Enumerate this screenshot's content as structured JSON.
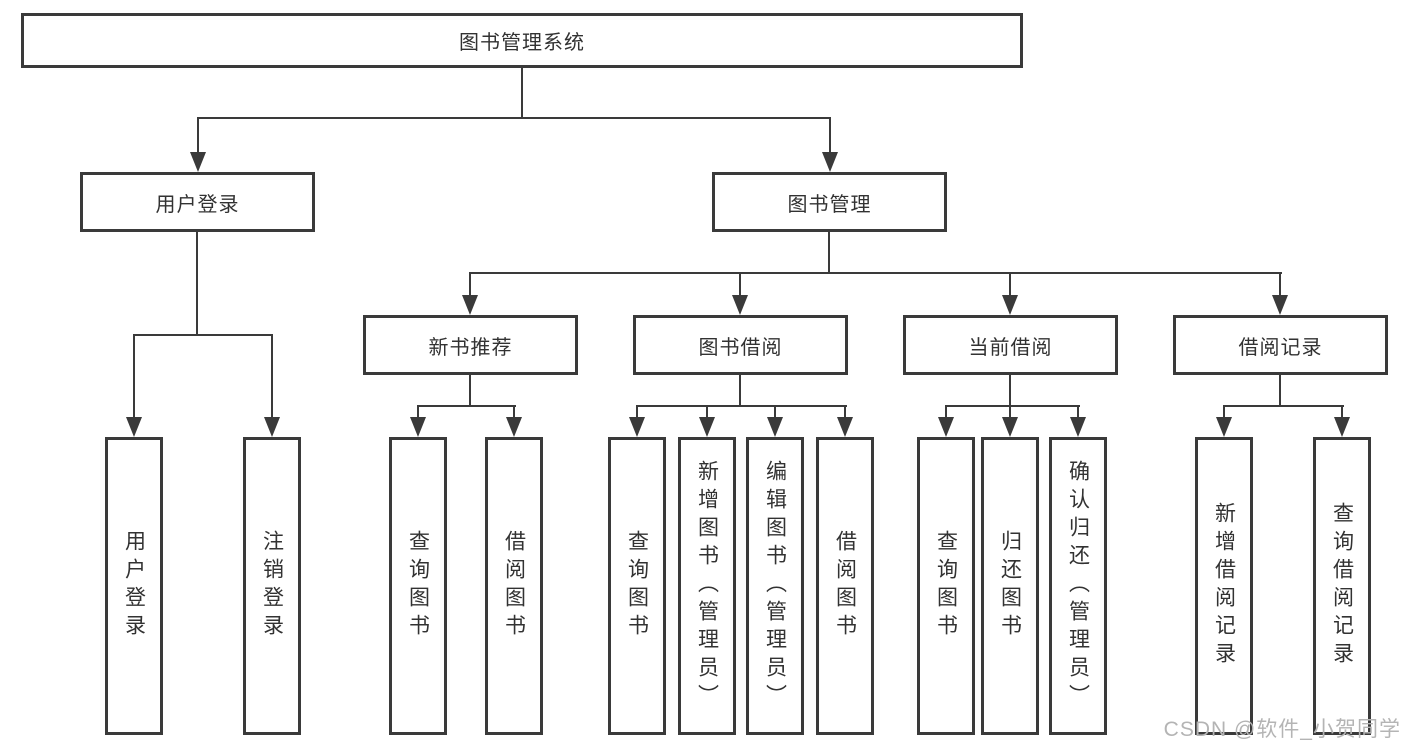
{
  "diagram": {
    "title": "图书管理系统",
    "root": {
      "label": "图书管理系统"
    },
    "level2": [
      {
        "label": "用户登录"
      },
      {
        "label": "图书管理"
      }
    ],
    "level3": [
      {
        "label": "新书推荐"
      },
      {
        "label": "图书借阅"
      },
      {
        "label": "当前借阅"
      },
      {
        "label": "借阅记录"
      }
    ],
    "leaves": {
      "user": [
        "用户登录",
        "注销登录"
      ],
      "new_book": [
        "查询图书",
        "借阅图书"
      ],
      "book_borrow": [
        "查询图书",
        "新增图书（管理员）",
        "编辑图书（管理员）",
        "借阅图书"
      ],
      "current_borrow": [
        "查询图书",
        "归还图书",
        "确认归还（管理员）"
      ],
      "borrow_records": [
        "新增借阅记录",
        "查询借阅记录"
      ]
    }
  },
  "watermark": {
    "text": "CSDN @软件_小贺同学"
  },
  "colors": {
    "line": "#3a3a3a",
    "text": "#323232",
    "watermark": "#b4b4b4",
    "background": "#ffffff"
  }
}
